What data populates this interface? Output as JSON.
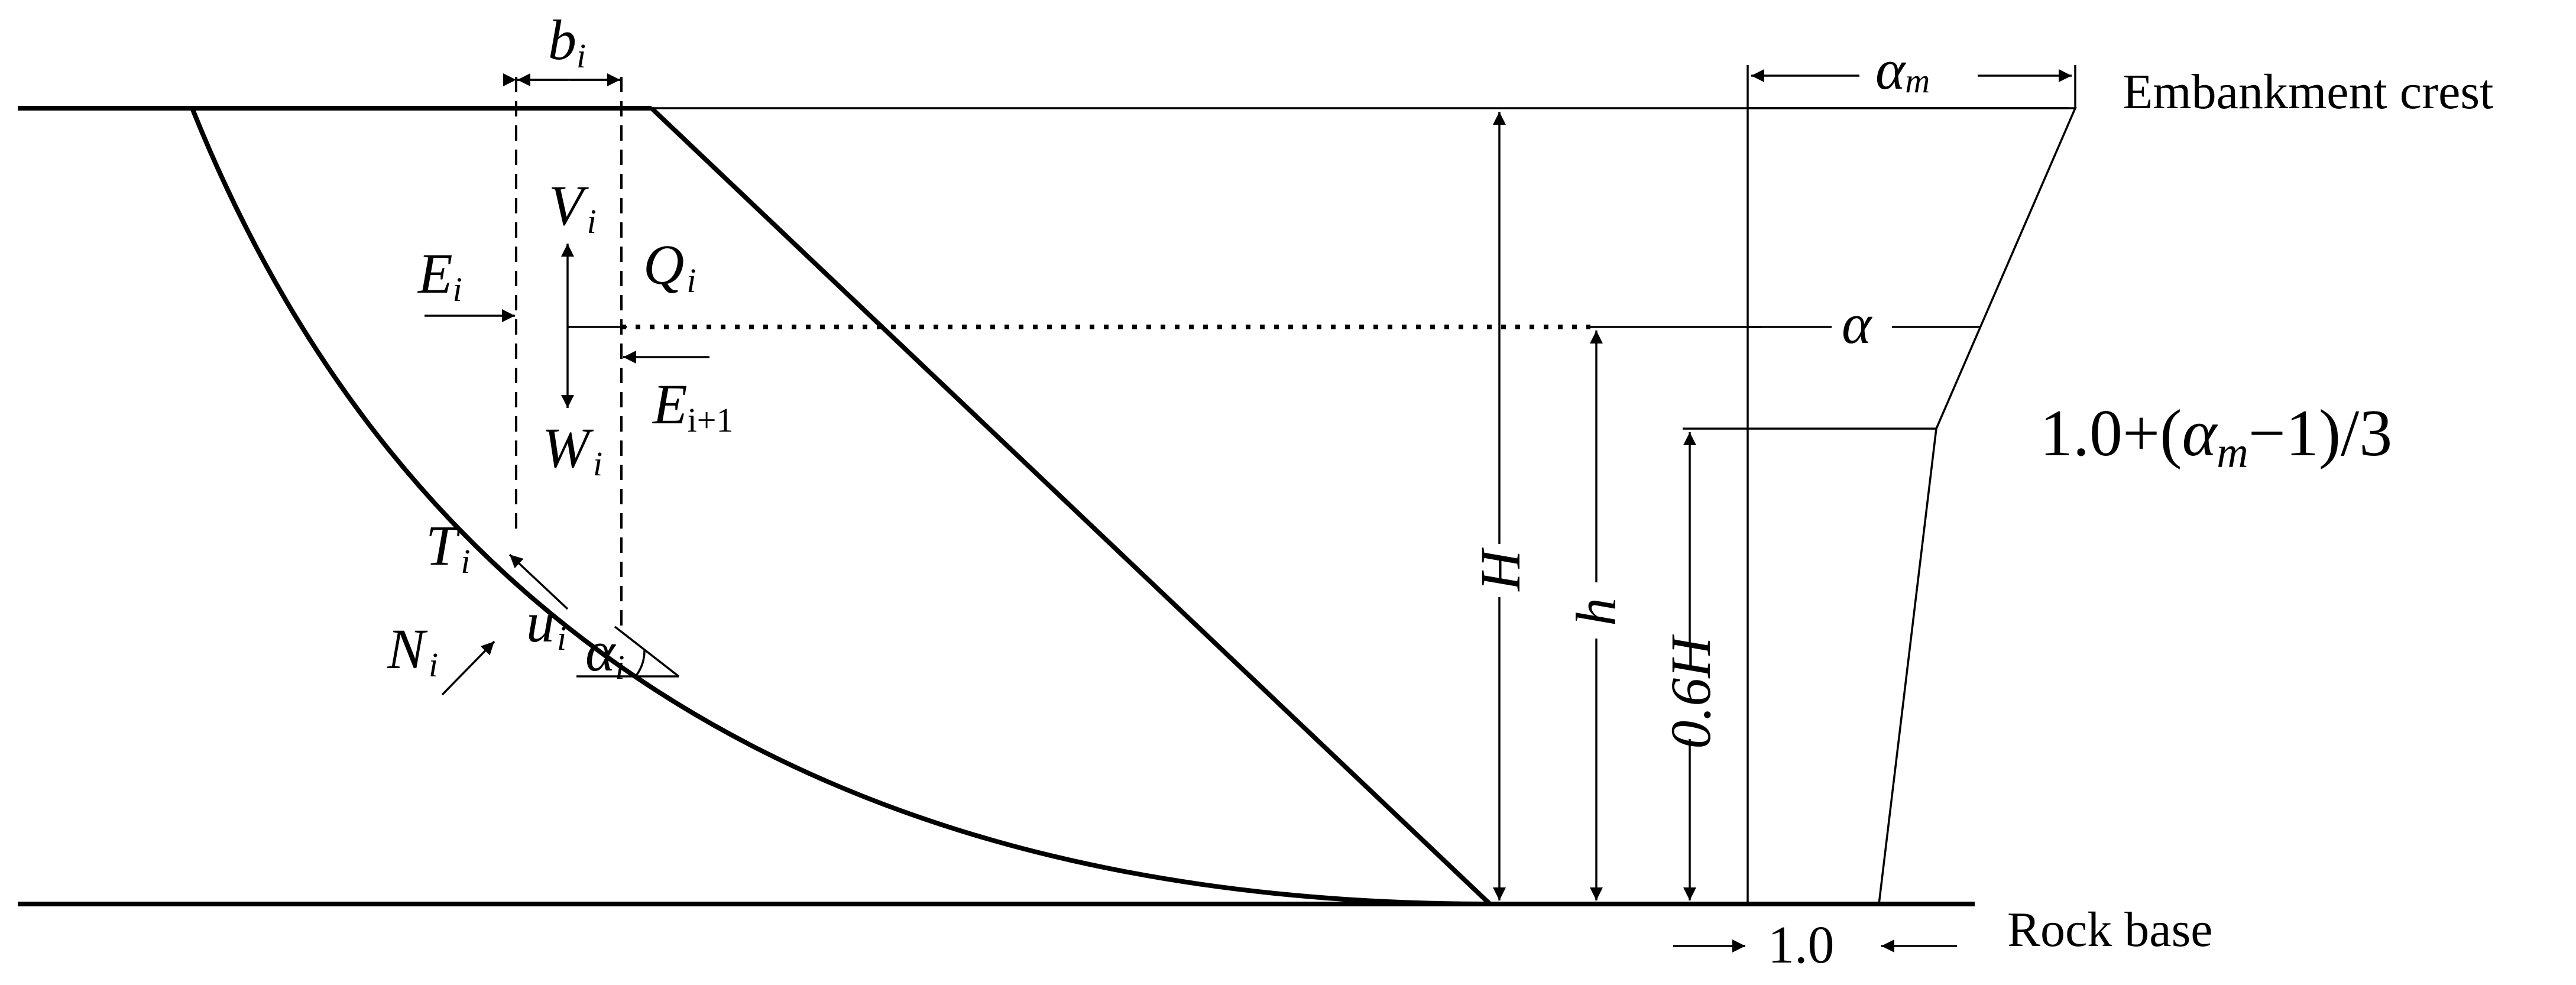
{
  "labels": {
    "crest": "Embankment crest",
    "base": "Rock base",
    "slice_width": {
      "main": "b",
      "sub": "i"
    },
    "V": {
      "main": "V",
      "sub": "i"
    },
    "E": {
      "main": "E",
      "sub": "i"
    },
    "Q": {
      "main": "Q",
      "sub": "i"
    },
    "E_next": {
      "main": "E",
      "sub": "i+1"
    },
    "W": {
      "main": "W",
      "sub": "i"
    },
    "T": {
      "main": "T",
      "sub": "i"
    },
    "u": {
      "main": "u",
      "sub": "i"
    },
    "N": {
      "main": "N",
      "sub": "i"
    },
    "alpha_i": {
      "main": "α",
      "sub": "i"
    },
    "alpha_m": {
      "main": "α",
      "sub": "m"
    },
    "alpha": "α",
    "H": "H",
    "h": "h",
    "h06": "0.6H",
    "one": "1.0",
    "formula": {
      "pre": "1.0+(",
      "main": "α",
      "sub": "m",
      "post": "−1)/3"
    }
  }
}
